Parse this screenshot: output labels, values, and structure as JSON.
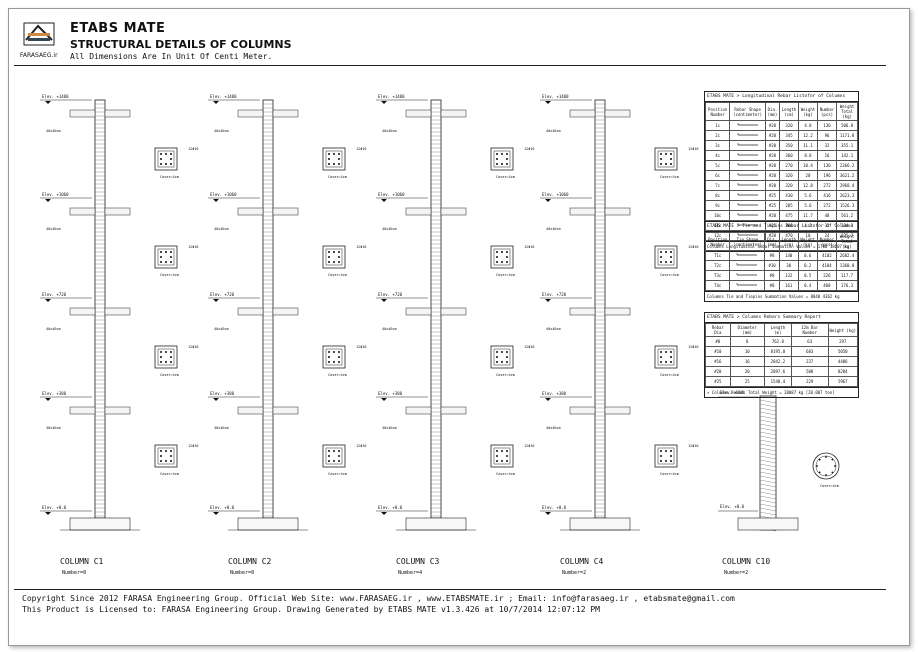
{
  "header": {
    "brand": "FARASAEG.ir",
    "title": "ETABS MATE",
    "subtitle": "STRUCTURAL DETAILS OF COLUMNS",
    "note": "All Dimensions Are In Unit Of Centi Meter."
  },
  "columns": [
    {
      "label": "COLUMN  C1",
      "number": "Number=8"
    },
    {
      "label": "COLUMN  C2",
      "number": "Number=8"
    },
    {
      "label": "COLUMN  C3",
      "number": "Number=4"
    },
    {
      "label": "COLUMN  C4",
      "number": "Number=2"
    },
    {
      "label": "COLUMN  C10",
      "number": "Number=2"
    }
  ],
  "elevations": [
    "Elev. +1400",
    "Elev. +1060",
    "Elev. +720",
    "Elev. +380",
    "Elev. +0.0"
  ],
  "section_labels": {
    "size": "40x40cm",
    "cover": "Cover=4cm",
    "bars": "12Φ16"
  },
  "table_long": {
    "title": "ETABS MATE > Longitudinal Rebar Listofor of Columns",
    "headers": [
      "Position Number",
      "Rebar Shape (centimeter)",
      "Dia. (mm)",
      "Length (cm)",
      "Weight (kg)",
      "Number (pcs)",
      "Weight Total (kg)"
    ],
    "rows": [
      [
        "1c",
        "",
        "#20",
        "320",
        "4.8",
        "136",
        "506.8"
      ],
      [
        "2c",
        "",
        "#20",
        "345",
        "12.2",
        "96",
        "1171.8"
      ],
      [
        "3c",
        "",
        "#20",
        "350",
        "11.1",
        "32",
        "355.1"
      ],
      [
        "4c",
        "",
        "#20",
        "360",
        "8.8",
        "16",
        "142.1"
      ],
      [
        "5c",
        "",
        "#20",
        "270",
        "10.4",
        "136",
        "2366.2"
      ],
      [
        "6c",
        "",
        "#20",
        "320",
        "20",
        "196",
        "3621.2"
      ],
      [
        "7c",
        "",
        "#20",
        "320",
        "12.8",
        "272",
        "2968.4"
      ],
      [
        "8c",
        "",
        "#25",
        "430",
        "5.6",
        "416",
        "2623.3"
      ],
      [
        "9c",
        "",
        "#25",
        "205",
        "5.6",
        "272",
        "1526.3"
      ],
      [
        "10c",
        "",
        "#20",
        "475",
        "11.7",
        "48",
        "561.2"
      ],
      [
        "11c",
        "",
        "#25",
        "266",
        "4.2",
        "32",
        "134.3"
      ],
      [
        "12c",
        "",
        "#20",
        "470",
        "10",
        "24",
        "225.7"
      ]
    ],
    "footer": "Columns Longitudinal Rebar Summation Values =",
    "footer_pcs": "1760",
    "footer_kg": "18607 kg"
  },
  "table_ties": {
    "title": "ETABS MATE > Tie and Tiepins Rebar Listofor of Columns",
    "headers": [
      "Position Number",
      "Tie Shape (centimeter)",
      "Dia. (mm)",
      "Length (cm)",
      "Weight (kg)",
      "Number (pcs)",
      "Weight Total (kg)"
    ],
    "rows": [
      [
        "T1c",
        "",
        "#8",
        "140",
        "0.6",
        "4102",
        "2682.4"
      ],
      [
        "T2c",
        "",
        "#10",
        "30",
        "0.2",
        "4104",
        "1360.8"
      ],
      [
        "T3c",
        "",
        "#8",
        "132",
        "0.5",
        "226",
        "117.7"
      ],
      [
        "T4c",
        "",
        "#8",
        "161",
        "0.4",
        "400",
        "176.3"
      ]
    ],
    "footer": "Columns Tie and Tiepins Summation Values =",
    "footer_pcs": "8840",
    "footer_kg": "4362 kg"
  },
  "table_summary": {
    "title": "ETABS MATE > Columns Rebars Summary Report",
    "headers": [
      "Rebar Dia",
      "Diameter (mm)",
      "Length (m)",
      "12m Bar Number",
      "Weight (kg)"
    ],
    "rows": [
      [
        "#8",
        "8",
        "762.8",
        "63",
        "297"
      ],
      [
        "#10",
        "10",
        "8195.8",
        "683",
        "5050"
      ],
      [
        "#16",
        "16",
        "2842.2",
        "237",
        "4486"
      ],
      [
        "#20",
        "20",
        "2897.6",
        "508",
        "8284"
      ],
      [
        "#25",
        "25",
        "1548.4",
        "229",
        "5967"
      ]
    ],
    "footer": "» Columns Rebars Total Weight = 20087 kg  [20.087 ton]"
  },
  "footer": {
    "line1": "Copyright Since 2012 FARASA Engineering Group. Official Web Site: www.FARASAEG.ir , www.ETABSMATE.ir ; Email: info@farasaeg.ir , etabsmate@gmail.com",
    "line2": "This Product is Licensed to: FARASA Engineering Group. Drawing Generated by ETABS MATE v1.3.426 at 10/7/2014 12:07:12 PM"
  }
}
